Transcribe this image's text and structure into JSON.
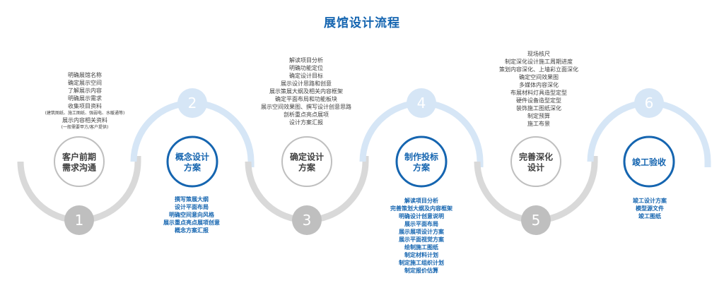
{
  "title": "展馆设计流程",
  "colors": {
    "gray": "#d9d9d9",
    "gray_dark": "#bfbfbf",
    "blue_light": "#d6e6f6",
    "blue": "#1565b0",
    "text": "#404040"
  },
  "steps": [
    {
      "number": "1",
      "label": [
        "客户前期",
        "需求沟通"
      ],
      "style": "gray",
      "notes": [
        "明确展馆名称",
        "确定展示空间",
        "了解展示内容",
        "明确展示需求",
        "收集项目资料",
        "(建筑图纸、施工图纸、强弱电、水暖通等)",
        "展示内容相关资料",
        "(一般需要甲方/客户提供)"
      ]
    },
    {
      "number": "2",
      "label": [
        "概念设计",
        "方案"
      ],
      "style": "blue",
      "notes": [
        "撰写策展大纲",
        "设计平面布局",
        "明确空间意向风格",
        "展示重点亮点展项创意",
        "概念方案汇报"
      ]
    },
    {
      "number": "3",
      "label": [
        "确定设计",
        "方案"
      ],
      "style": "gray",
      "notes": [
        "解读项目分析",
        "明确功能定位",
        "确定设计目标",
        "展示设计思路和创意",
        "展示策展大纲及相关内容框架",
        "确定平面布局和功能板块",
        "展示空间效果图、撰写设计创意思路",
        "剖析重点亮点展项",
        "设计方案汇报"
      ]
    },
    {
      "number": "4",
      "label": [
        "制作投标",
        "方案"
      ],
      "style": "blue",
      "notes": [
        "解读项目分析",
        "完善策划大纲及内容框架",
        "明确设计创意说明",
        "展示平面布局",
        "展示展项设计方案",
        "展示平面视觉方案",
        "绘制施工图纸",
        "制定材料计划",
        "制定施工组织计划",
        "制定报价估算"
      ]
    },
    {
      "number": "5",
      "label": [
        "完善深化",
        "设计"
      ],
      "style": "gray",
      "notes": [
        "现场核尺",
        "制定深化设计施工周期进度",
        "策划内容深化、上墙彩立面深化",
        "确定空间效果图",
        "多媒体内容深化",
        "布展材料灯具造型定型",
        "硬件设备造型定型",
        "装饰施工图纸深化",
        "制定预算",
        "施工布景"
      ]
    },
    {
      "number": "6",
      "label": [
        "竣工验收"
      ],
      "style": "blue",
      "notes": [
        "竣工设计方案",
        "模型源文件",
        "竣工图纸"
      ]
    }
  ]
}
